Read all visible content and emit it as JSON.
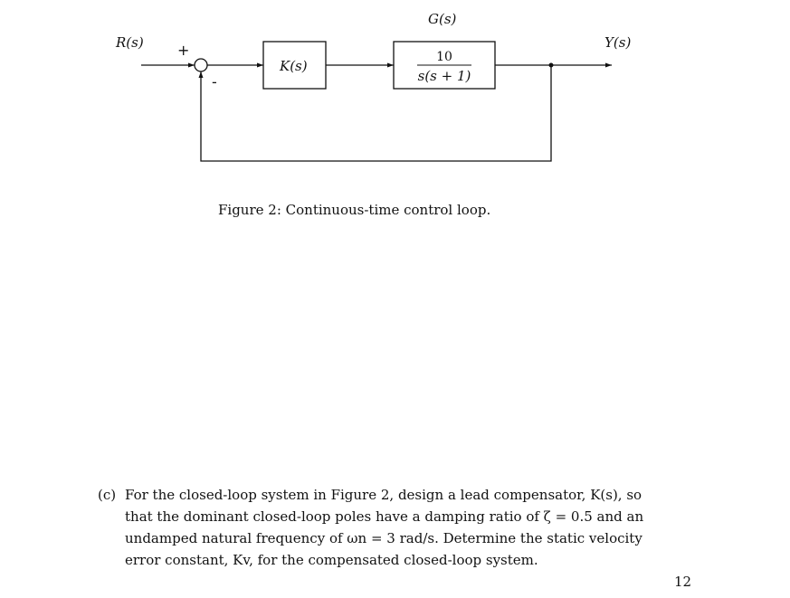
{
  "diagram": {
    "input_label": "R(s)",
    "output_label": "Y(s)",
    "plant_label": "G(s)",
    "plus_sign": "+",
    "minus_sign": "-",
    "controller_label": "K(s)",
    "plant_numerator": "10",
    "plant_denominator": "s(s + 1)"
  },
  "caption": "Figure 2: Continuous-time control loop.",
  "question": {
    "label": "(c)",
    "lines": [
      "For the closed-loop system in Figure 2, design a lead compensator, K(s), so",
      "that the dominant closed-loop poles have a damping ratio of ζ = 0.5 and an",
      "undamped natural frequency of ωn = 3 rad/s. Determine the static velocity",
      "error constant, Kv, for the compensated closed-loop system."
    ]
  },
  "page_number": "12"
}
